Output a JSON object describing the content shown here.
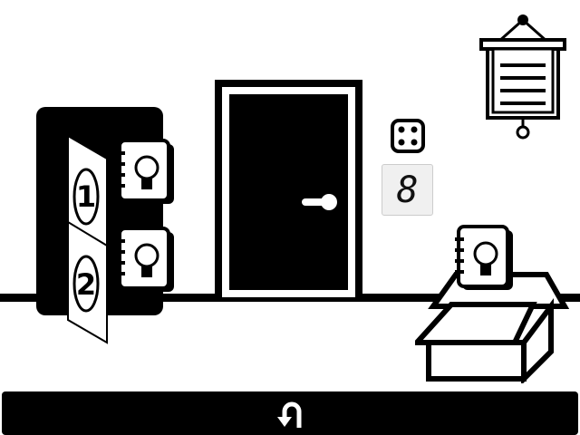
{
  "scene": "room-with-door",
  "cabinet": {
    "door_labels": [
      "1",
      "2"
    ]
  },
  "digit_display": {
    "value": "8"
  },
  "dice": {
    "face": 4
  },
  "bottom_bar": {
    "back_icon": "u-turn-back-arrow"
  },
  "colors": {
    "ink": "#000000",
    "paper": "#ffffff",
    "display_bg": "#f0f0f0"
  }
}
